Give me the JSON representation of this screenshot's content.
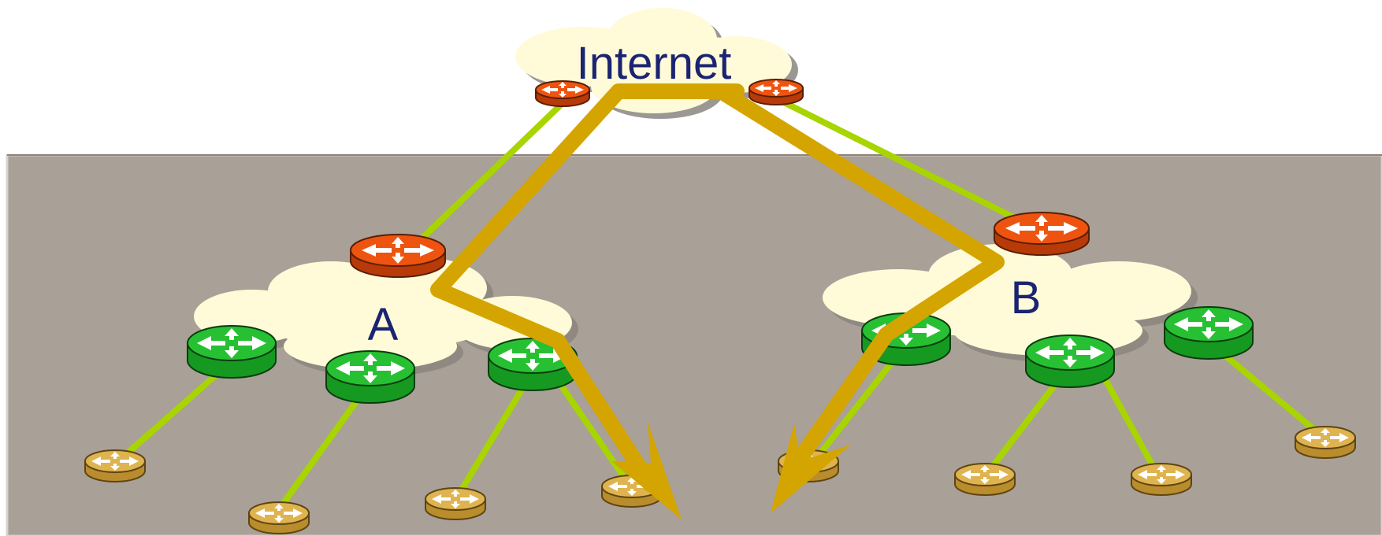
{
  "labels": {
    "internet": "Internet",
    "cloud_a": "A",
    "cloud_b": "B"
  },
  "colors": {
    "background_panel": "#a9a097",
    "cloud_fill": "#fffbd8",
    "link_line": "#a8d400",
    "traffic_arrow": "#d4a500",
    "border_router": "#ee5410",
    "core_router": "#27c033",
    "edge_router": "#dfb34f",
    "label_text": "#1a2472"
  },
  "icons": {
    "router": "router-icon",
    "cloud": "cloud-icon",
    "arrow": "traffic-path-arrow"
  }
}
